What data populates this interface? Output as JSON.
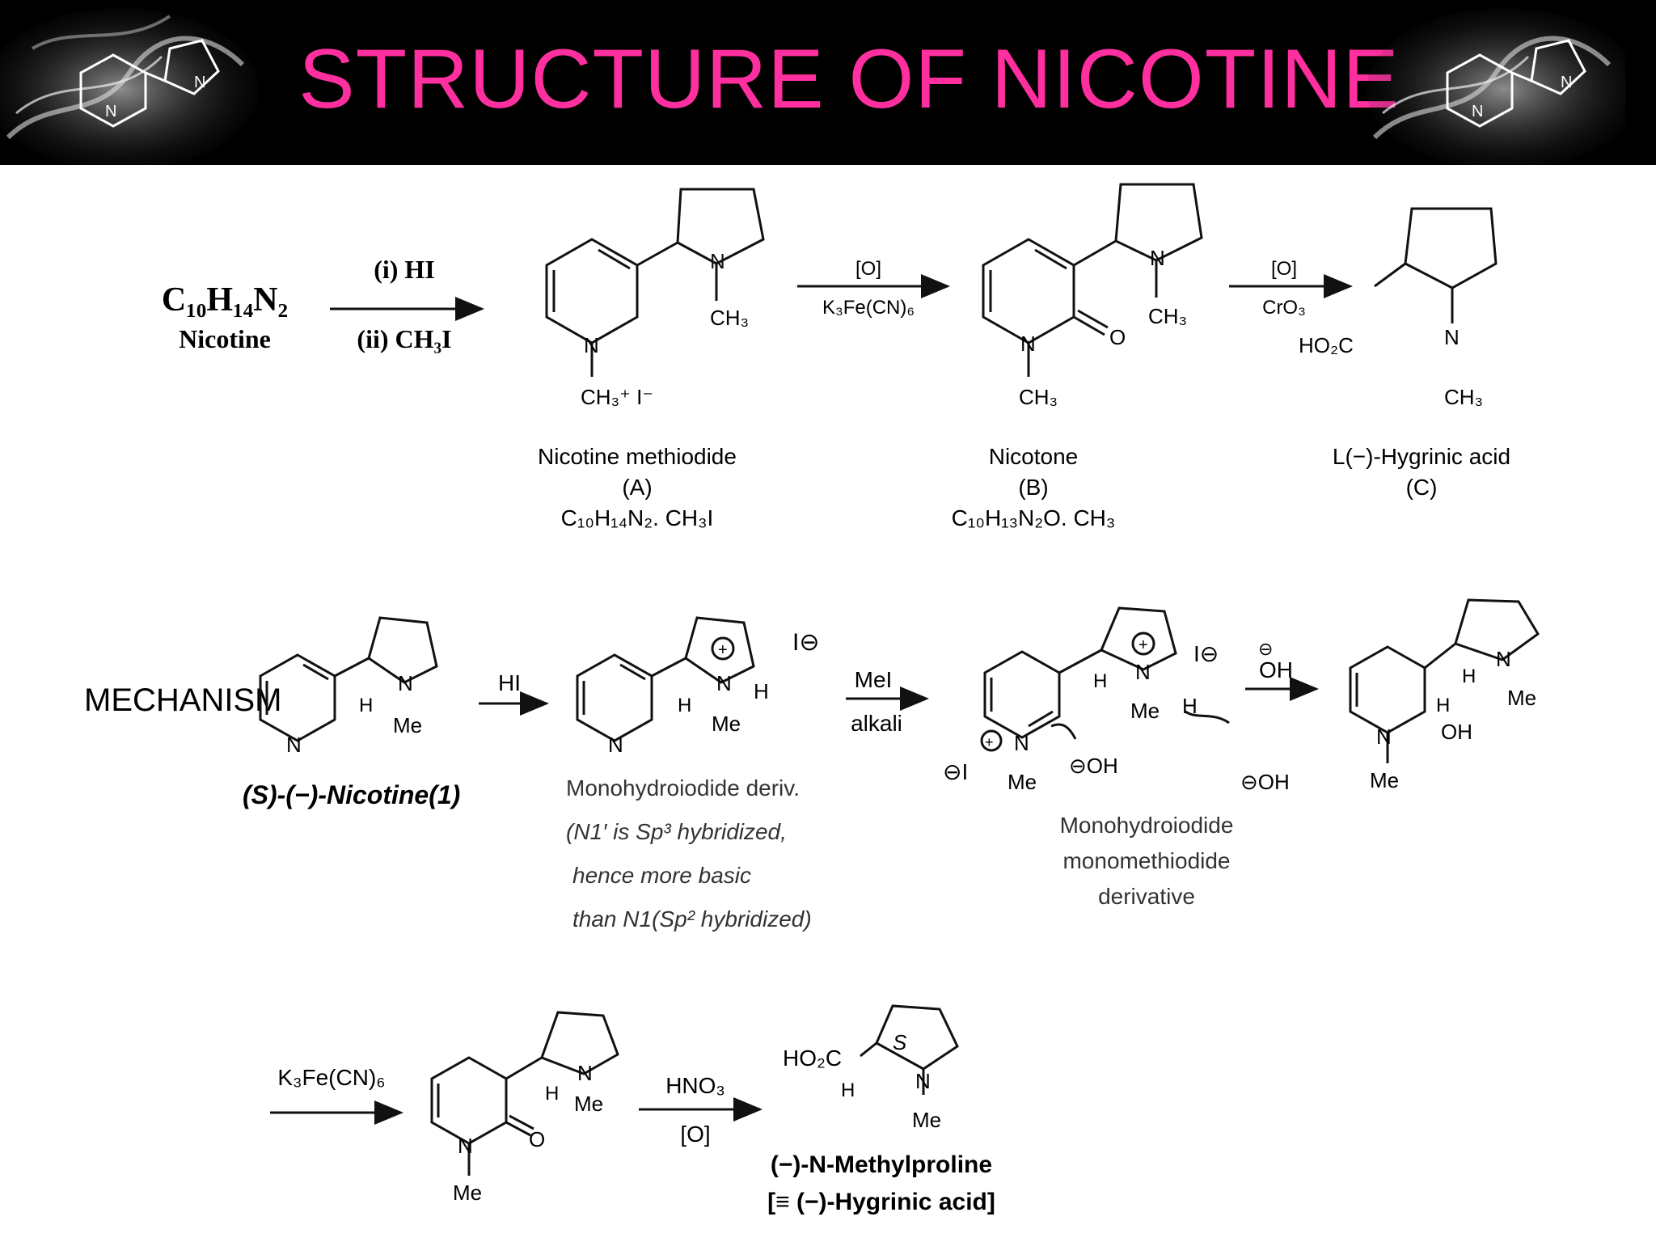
{
  "slide": {
    "title": "STRUCTURE OF NICOTINE",
    "section_label": "MECHANISM"
  },
  "scheme1": {
    "start_formula": "C₁₀H₁₄N₂",
    "start_name": "Nicotine",
    "reagent1_top": "(i) HI",
    "reagent1_bottom": "(ii) CH₃I",
    "reagent2_top": "[O]",
    "reagent2_bottom": "K₃Fe(CN)₆",
    "reagent3_top": "[O]",
    "reagent3_bottom": "CrO₃",
    "compound_a": {
      "name": "Nicotine methiodide",
      "letter": "(A)",
      "formula": "C₁₀H₁₄N₂. CH₃I"
    },
    "compound_b": {
      "name": "Nicotone",
      "letter": "(B)",
      "formula": "C₁₀H₁₃N₂O. CH₃"
    },
    "compound_c": {
      "name": "L(−)-Hygrinic acid",
      "letter": "(C)"
    }
  },
  "scheme2": {
    "nicotine_name": "(S)-(−)-Nicotine(1)",
    "step1_reagent": "HI",
    "step2_reagent_top": "MeI",
    "step2_reagent_bottom": "alkali",
    "step3_reagent": "OH",
    "intermediate1_caption": [
      "Monohydroiodide deriv.",
      "(N1′ is Sp³ hybridized,",
      "hence more basic",
      "than N1(Sp² hybridized)"
    ],
    "intermediate2_caption": [
      "Monohydroiodide",
      "monomethiodide",
      "derivative"
    ],
    "step4_reagent": "K₃Fe(CN)₆",
    "step5_reagent_top": "HNO₃",
    "step5_reagent_bottom": "[O]",
    "product_name": "(−)-N-Methylproline",
    "product_alias": "[≡ (−)-Hygrinic acid]"
  }
}
